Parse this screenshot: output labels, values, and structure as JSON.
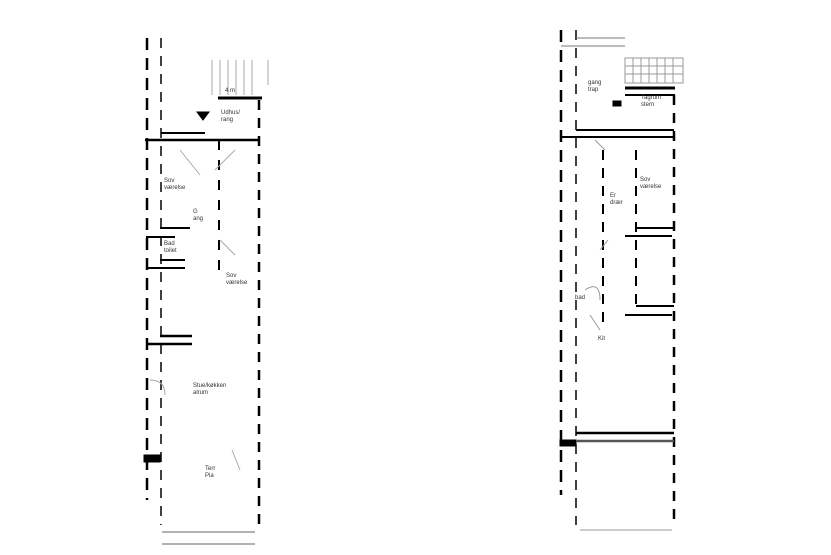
{
  "plans": [
    {
      "name": "left-plan",
      "rooms": [
        {
          "id": "entrance",
          "line1": "Udhus/",
          "line2": "rang"
        },
        {
          "id": "bedroom-1",
          "line1": "Sov",
          "line2": "værelse"
        },
        {
          "id": "hall",
          "line1": "G",
          "line2": "ang"
        },
        {
          "id": "bath",
          "line1": "Bad",
          "line2": "toilet"
        },
        {
          "id": "bedroom-2",
          "line1": "Sov",
          "line2": "værelse"
        },
        {
          "id": "living",
          "line1": "Stue/køkken",
          "line2": "alrum"
        },
        {
          "id": "terrace",
          "line1": "Terr",
          "line2": "Pia"
        }
      ],
      "dimension": "4 m"
    },
    {
      "name": "right-plan",
      "rooms": [
        {
          "id": "gang",
          "line1": "gang",
          "line2": "trap"
        },
        {
          "id": "stairs",
          "line1": "Tagrum",
          "line2": "stern"
        },
        {
          "id": "bedroom",
          "line1": "Sov",
          "line2": "værelse"
        },
        {
          "id": "hall",
          "line1": "Er",
          "line2": "drær"
        },
        {
          "id": "bad",
          "line1": "bad",
          "line2": ""
        },
        {
          "id": "kit",
          "line1": "Kit",
          "line2": ""
        }
      ]
    }
  ]
}
